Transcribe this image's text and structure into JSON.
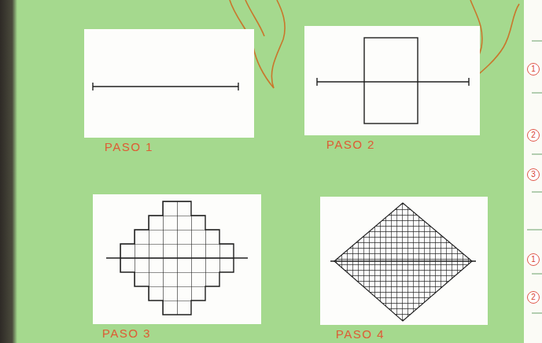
{
  "diagram": {
    "nodes": [
      {
        "text": [
          "PASO 1"
        ]
      },
      {
        "text": [
          "PASO 2"
        ]
      },
      {
        "text": [
          "PASO 3"
        ]
      },
      {
        "text": [
          "PASO 4"
        ]
      }
    ],
    "labels": [
      "1",
      "2",
      "3",
      "1",
      "2"
    ]
  }
}
